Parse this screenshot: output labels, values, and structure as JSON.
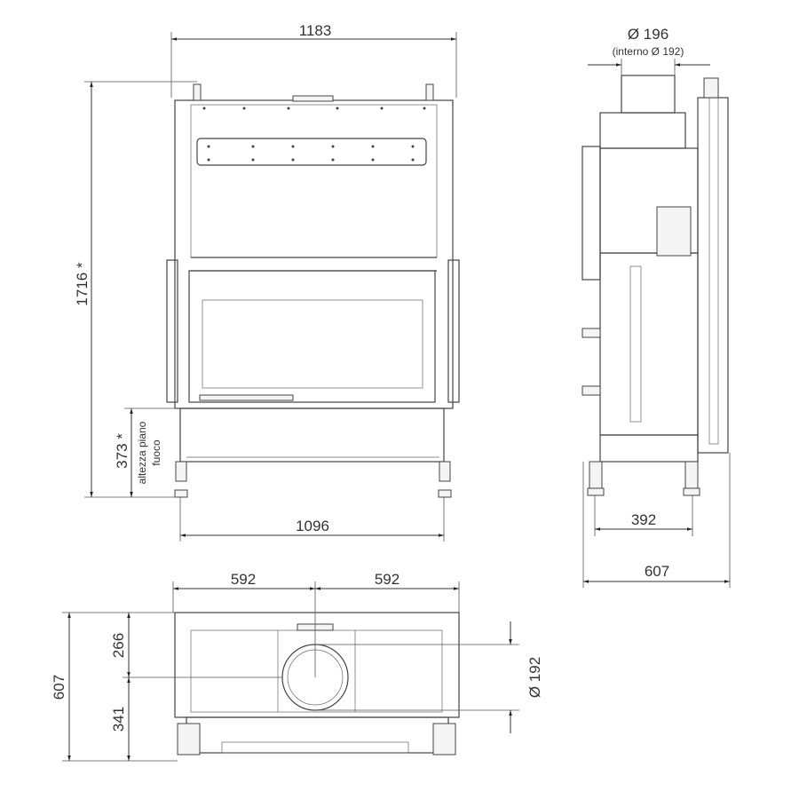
{
  "front_view": {
    "width_top": "1183",
    "height_total": "1716 *",
    "fire_height_value": "373 *",
    "fire_height_label_1": "altezza piano",
    "fire_height_label_2": "fuoco",
    "width_feet": "1096"
  },
  "side_view": {
    "flue_diameter": "Ø 196",
    "flue_inner": "(interno Ø 192)",
    "feet_depth": "392",
    "total_depth": "607"
  },
  "top_view": {
    "half_width_left": "592",
    "half_width_right": "592",
    "total_depth": "607",
    "front_to_flue": "266",
    "flue_to_back": "341",
    "flue_diameter": "Ø 192"
  }
}
